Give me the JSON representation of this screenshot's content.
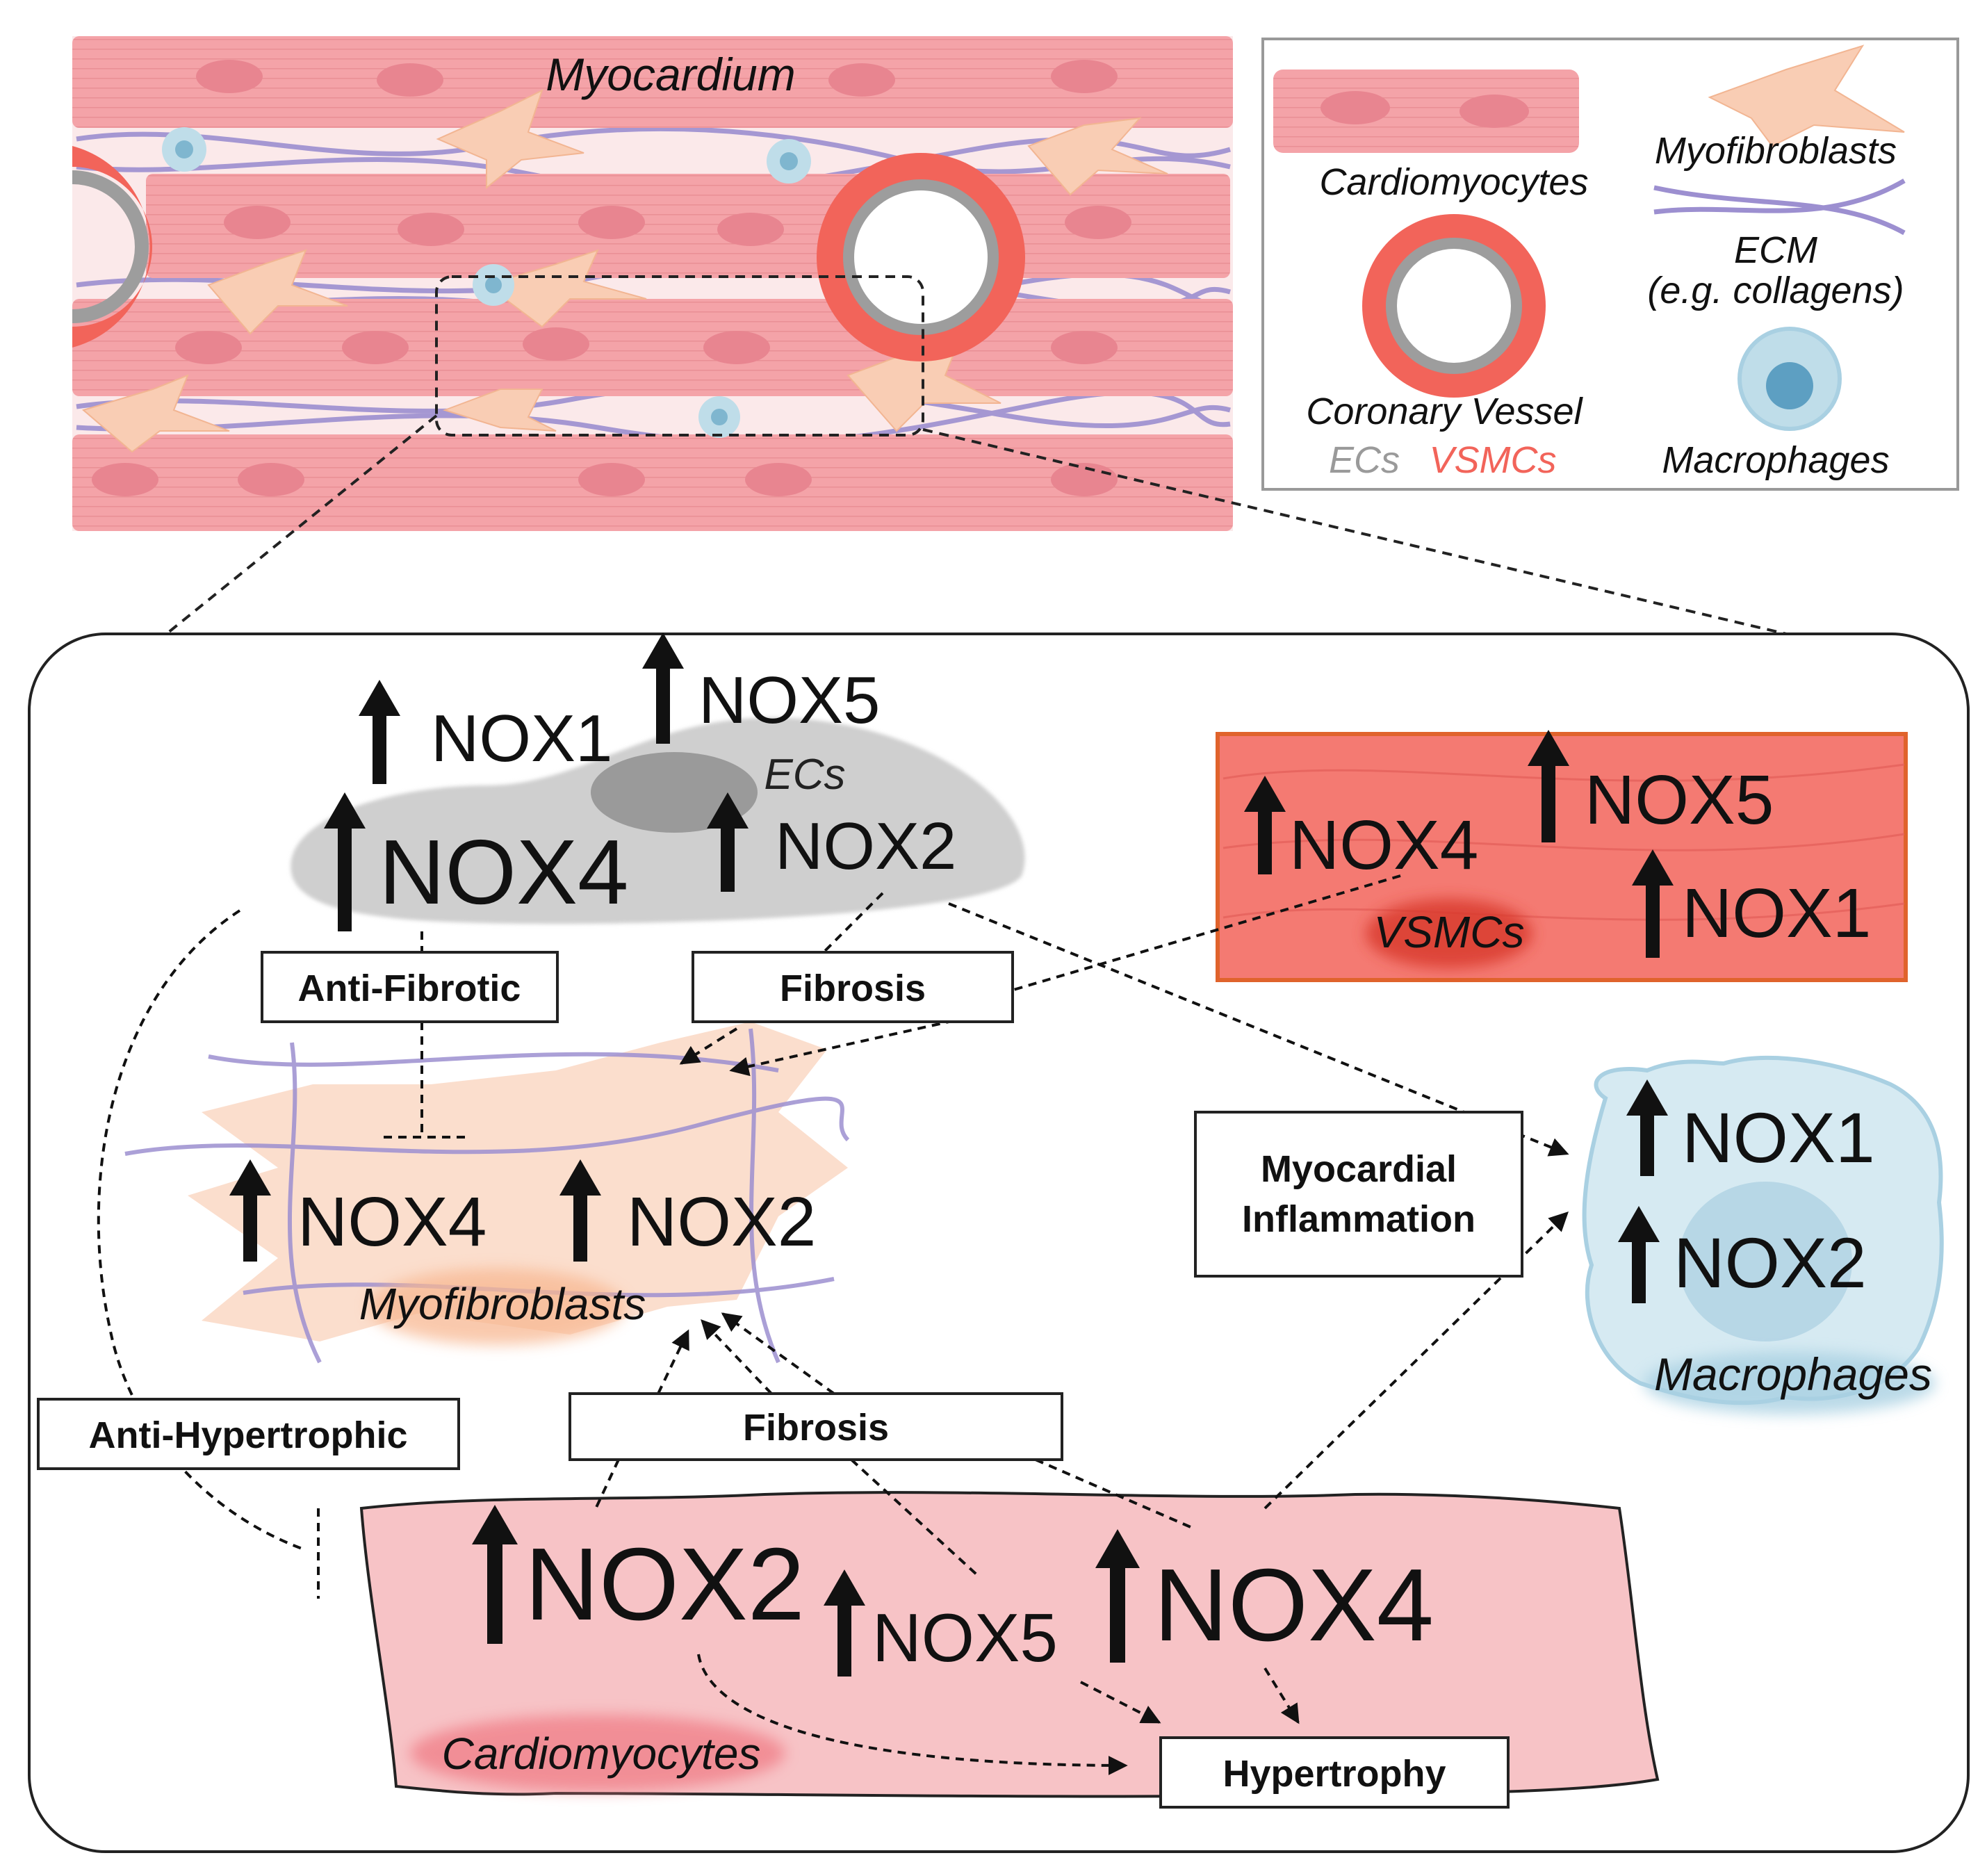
{
  "top_panel": {
    "myocardium_label": "Myocardium"
  },
  "legend": {
    "cardiomyocytes": "Cardiomyocytes",
    "myofibroblasts": "Myofibroblasts",
    "ecm_line1": "ECM",
    "ecm_line2": "(e.g. collagens)",
    "coronary_vessel": "Coronary Vessel",
    "ecs": "ECs",
    "vsmcs": "VSMCs",
    "macrophages": "Macrophages"
  },
  "ec_cell": {
    "label": "ECs",
    "nox1": "NOX1",
    "nox5": "NOX5",
    "nox4": "NOX4",
    "nox2": "NOX2"
  },
  "vsmc_cell": {
    "label": "VSMCs",
    "nox4": "NOX4",
    "nox5": "NOX5",
    "nox1": "NOX1"
  },
  "myofibroblast_cell": {
    "label": "Myofibroblasts",
    "nox4": "NOX4",
    "nox2": "NOX2"
  },
  "macrophage_cell": {
    "label": "Macrophages",
    "nox1": "NOX1",
    "nox2": "NOX2"
  },
  "cardiomyocyte_cell": {
    "label": "Cardiomyocytes",
    "nox2": "NOX2",
    "nox5": "NOX5",
    "nox4": "NOX4"
  },
  "boxes": {
    "anti_fibrotic": "Anti-Fibrotic",
    "fibrosis_top": "Fibrosis",
    "myocardial_line1": "Myocardial",
    "myocardial_line2": "Inflammation",
    "anti_hypertrophic": "Anti-Hypertrophic",
    "fibrosis_bottom": "Fibrosis",
    "hypertrophy": "Hypertrophy"
  },
  "colors": {
    "cardio_pink": "#f4a3a8",
    "cardio_light": "#f9c6c9",
    "myofib_peach": "#f9d2bd",
    "ecm_purple": "#9c8fd0",
    "macro_blue": "#bfdde9",
    "ec_gray": "#c9c9c9",
    "vsmc_red": "#f47a72",
    "vsmc_border": "#e0632c",
    "text_black": "#111111",
    "legend_gray": "#9a9a9a",
    "legend_red": "#f2645a"
  }
}
